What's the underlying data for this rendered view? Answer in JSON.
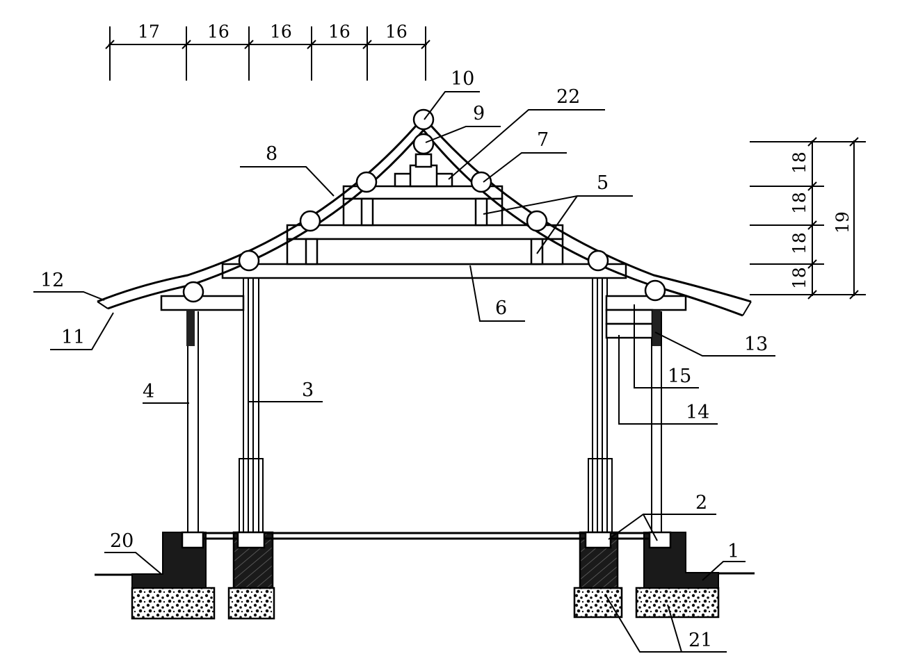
{
  "callouts": [
    {
      "id": "1",
      "text": "1"
    },
    {
      "id": "2",
      "text": "2"
    },
    {
      "id": "3",
      "text": "3"
    },
    {
      "id": "4",
      "text": "4"
    },
    {
      "id": "5",
      "text": "5"
    },
    {
      "id": "6",
      "text": "6"
    },
    {
      "id": "7",
      "text": "7"
    },
    {
      "id": "8",
      "text": "8"
    },
    {
      "id": "9",
      "text": "9"
    },
    {
      "id": "10",
      "text": "10"
    },
    {
      "id": "11",
      "text": "11"
    },
    {
      "id": "12",
      "text": "12"
    },
    {
      "id": "13",
      "text": "13"
    },
    {
      "id": "14",
      "text": "14"
    },
    {
      "id": "15",
      "text": "15"
    },
    {
      "id": "20",
      "text": "20"
    },
    {
      "id": "21",
      "text": "21"
    },
    {
      "id": "22",
      "text": "22"
    }
  ],
  "top_dimensions": [
    "17",
    "16",
    "16",
    "16",
    "16"
  ],
  "right_dimensions": [
    "18",
    "18",
    "18",
    "18"
  ],
  "right_total": "19"
}
